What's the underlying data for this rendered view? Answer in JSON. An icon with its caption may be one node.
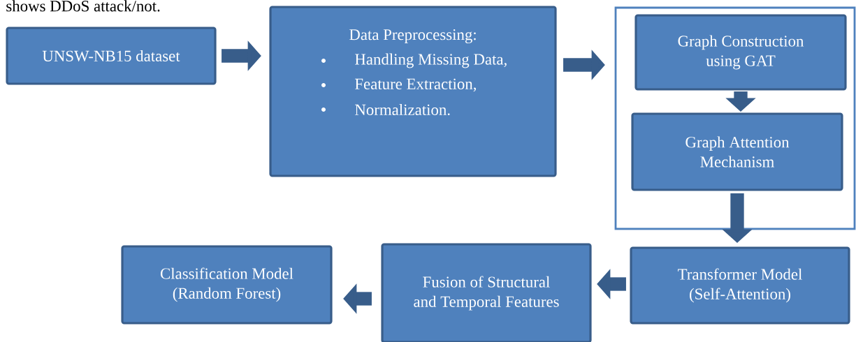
{
  "diagram": {
    "nodes": [
      {
        "text": [
          "UNSW-NB15 dataset"
        ]
      },
      {
        "text": [
          "Data Preprocessing:",
          "Handling Missing Data,",
          "Feature Extraction,",
          "Normalization."
        ]
      },
      {
        "text": [],
        "shape": "box"
      },
      {
        "text": [
          "Graph Construction using GAT"
        ],
        "in": 2
      },
      {
        "text": [
          "Graph Attention Mechanism"
        ],
        "in": 2
      },
      {
        "text": [
          "Transformer Model (Self-Attention)"
        ]
      },
      {
        "text": [
          "Fusion of Structural and Temporal Features"
        ]
      },
      {
        "text": [
          "Classification Model (Random Forest)"
        ]
      }
    ],
    "edges": [
      {
        "from": 0,
        "to": 1,
        "arrow": "to"
      },
      {
        "from": 1,
        "to": 2,
        "arrow": "to"
      },
      {
        "from": 3,
        "to": 4,
        "arrow": "to"
      },
      {
        "from": 4,
        "to": 5,
        "arrow": "to"
      },
      {
        "from": 5,
        "to": 6,
        "arrow": "to"
      },
      {
        "from": 6,
        "to": 7,
        "arrow": "to"
      }
    ],
    "labels": [
      "shows DDoS attack/not."
    ]
  }
}
